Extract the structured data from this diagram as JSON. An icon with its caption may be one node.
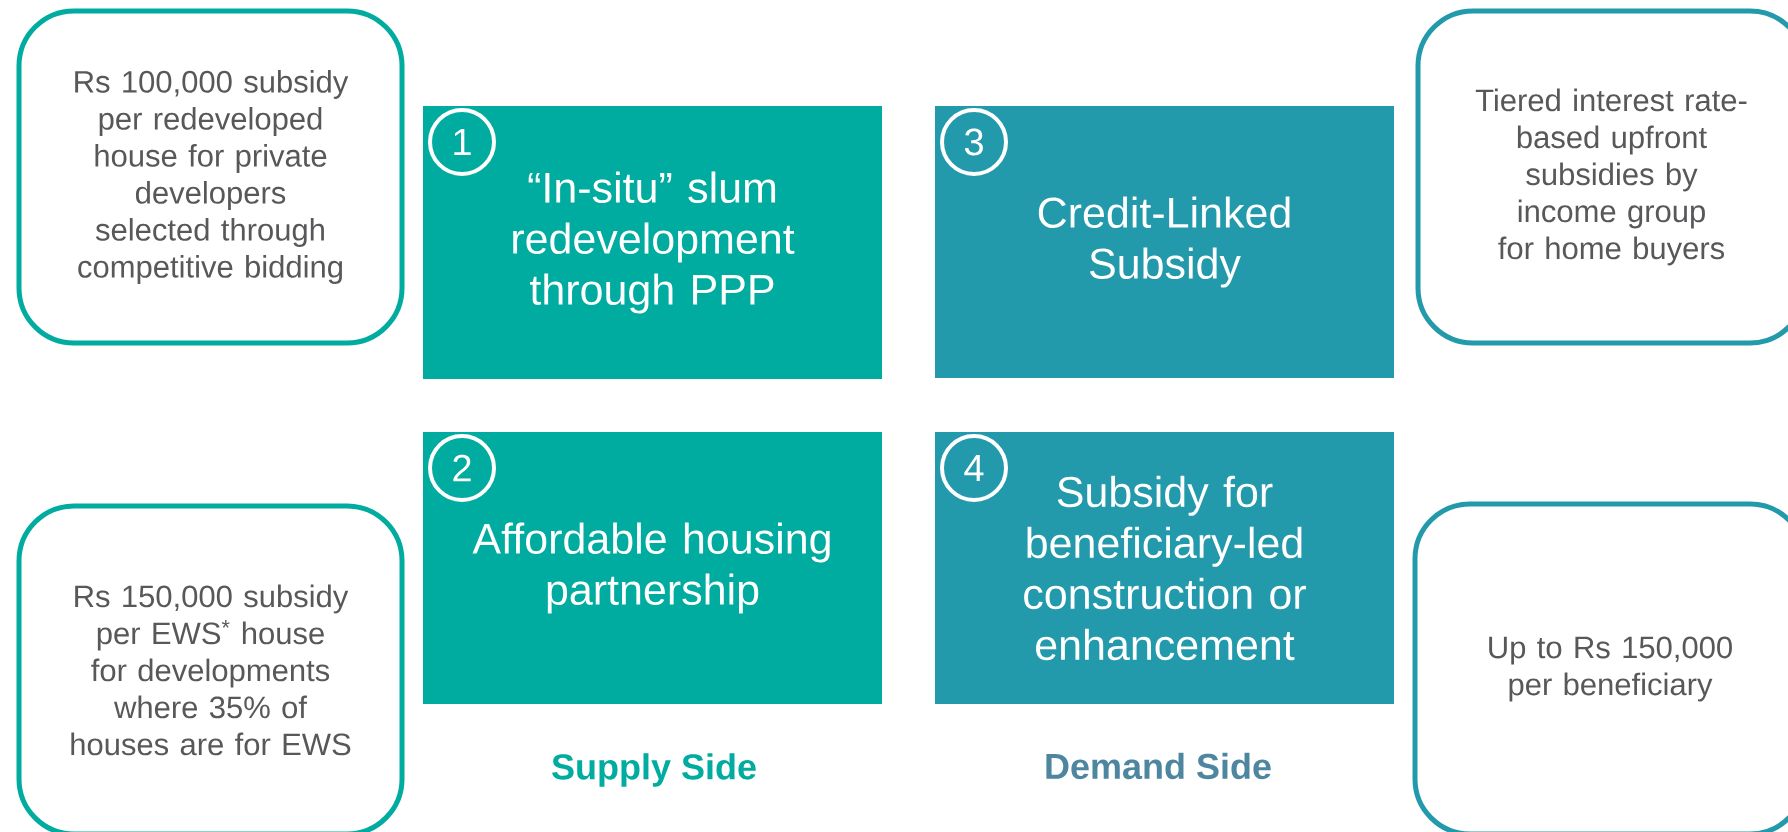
{
  "diagram": {
    "nodes": [
      {
        "text": [
          "Rs 100,000 subsidy per redeveloped house for private developers selected through competitive bidding"
        ]
      },
      {
        "text": [
          "“In-situ” slum redevelopment through PPP"
        ]
      },
      {
        "text": [
          "1"
        ],
        "in": 1
      },
      {
        "text": [
          "Credit-Linked Subsidy"
        ]
      },
      {
        "text": [
          "3"
        ],
        "in": 3
      },
      {
        "text": [
          "Tiered interest rate-based upfront subsidies by income group for home buyers"
        ]
      },
      {
        "text": [
          "Rs 150,000 subsidy per EWS$^{*}$ house for developments where 35% of houses are for EWS"
        ]
      },
      {
        "text": [
          "Affordable housing partnership"
        ]
      },
      {
        "text": [
          "2"
        ],
        "in": 7
      },
      {
        "text": [
          "Subsidy for beneficiary-led construction or enhancement"
        ]
      },
      {
        "text": [
          "4"
        ],
        "in": 9
      },
      {
        "text": [
          "Up to Rs 150,000 per beneficiary"
        ]
      }
    ],
    "labels": [
      "Supply Side",
      "Demand Side"
    ]
  }
}
